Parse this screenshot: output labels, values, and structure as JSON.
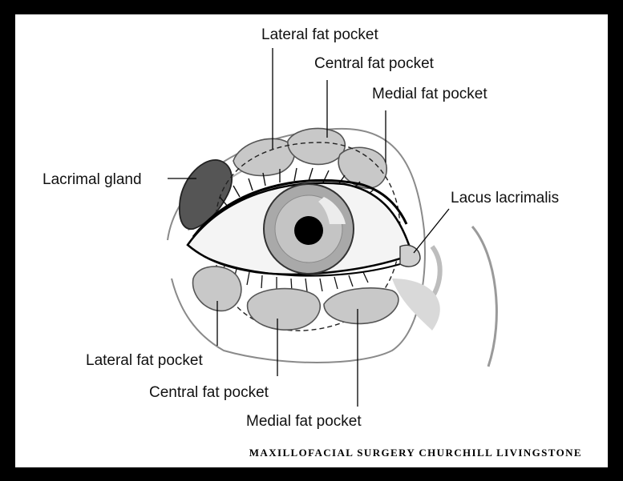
{
  "labels": {
    "upper_lateral": "Lateral fat pocket",
    "upper_central": "Central fat pocket",
    "upper_medial": "Medial fat pocket",
    "lacrimal_gland": "Lacrimal gland",
    "lacus_lacrimalis": "Lacus lacrimalis",
    "lower_lateral": "Lateral fat pocket",
    "lower_central": "Central fat pocket",
    "lower_medial": "Medial fat pocket"
  },
  "credit": "Maxillofacial Surgery  Churchill Livingstone",
  "colors": {
    "frame": "#000000",
    "fat_pocket": "#c8c8c8",
    "lacrimal_gland": "#555555",
    "iris": "#a9a9a9",
    "skin_shadow": "#d9d9d9"
  }
}
